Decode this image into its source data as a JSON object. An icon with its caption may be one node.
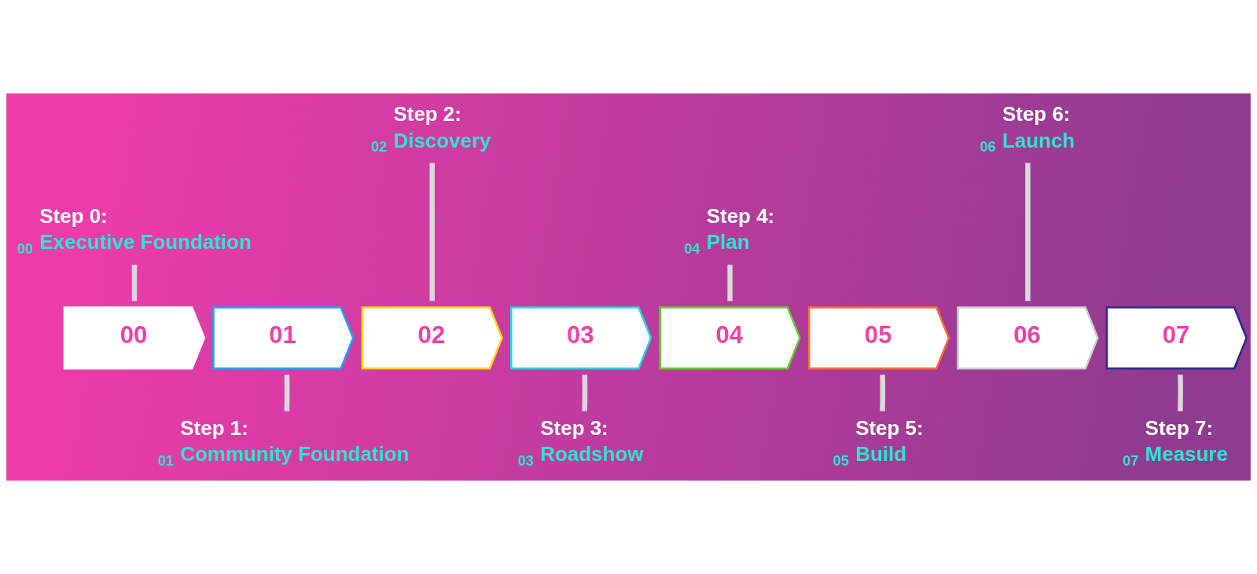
{
  "diagram": {
    "nodes": [
      {
        "text": [
          "00"
        ]
      },
      {
        "text": [
          "01"
        ]
      },
      {
        "text": [
          "02"
        ]
      },
      {
        "text": [
          "03"
        ]
      },
      {
        "text": [
          "04"
        ]
      },
      {
        "text": [
          "05"
        ]
      },
      {
        "text": [
          "06"
        ]
      },
      {
        "text": [
          "07"
        ]
      },
      {
        "text": [
          "Step 0:",
          "Executive Foundation"
        ],
        "beside": [
          "00"
        ]
      },
      {
        "text": [
          "Step 1:",
          "Community Foundation"
        ],
        "beside": [
          "01"
        ]
      },
      {
        "text": [
          "Step 2:",
          "Discovery"
        ],
        "beside": [
          "02"
        ]
      },
      {
        "text": [
          "Step 3:",
          "Roadshow"
        ],
        "beside": [
          "03"
        ]
      },
      {
        "text": [
          "Step 4:",
          "Plan"
        ],
        "beside": [
          "04"
        ]
      },
      {
        "text": [
          "Step 5:",
          "Build"
        ],
        "beside": [
          "05"
        ]
      },
      {
        "text": [
          "Step 6:",
          "Launch"
        ],
        "beside": [
          "06"
        ]
      },
      {
        "text": [
          "Step 7:",
          "Measure"
        ],
        "beside": [
          "07"
        ]
      }
    ],
    "edges": [
      {
        "from": 8,
        "to": 0,
        "arrow": "none"
      },
      {
        "from": 9,
        "to": 1,
        "arrow": "none"
      },
      {
        "from": 10,
        "to": 2,
        "arrow": "none"
      },
      {
        "from": 11,
        "to": 3,
        "arrow": "none"
      },
      {
        "from": 12,
        "to": 4,
        "arrow": "none"
      },
      {
        "from": 13,
        "to": 5,
        "arrow": "none"
      },
      {
        "from": 14,
        "to": 6,
        "arrow": "none"
      },
      {
        "from": 15,
        "to": 7,
        "arrow": "none"
      }
    ]
  }
}
